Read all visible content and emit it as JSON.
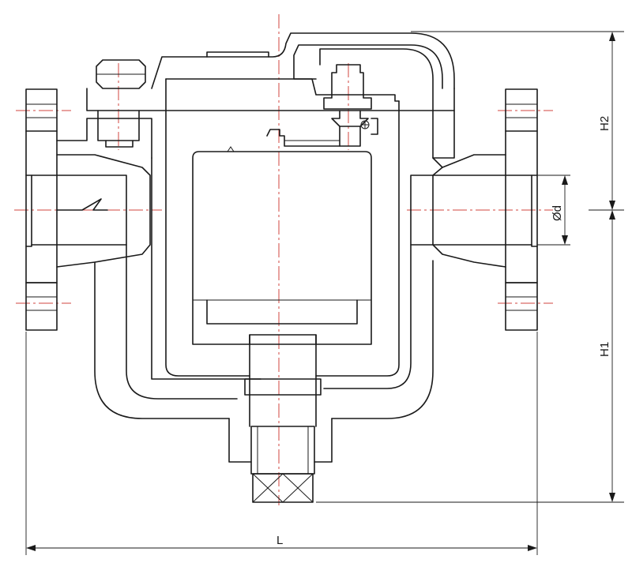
{
  "dimensions": {
    "length": "L",
    "height_lower": "H1",
    "height_upper": "H2",
    "diameter": "Ød"
  },
  "colors": {
    "outline": "#1a1a1a",
    "centerline": "#d0463f",
    "background": "#ffffff"
  },
  "icons": {
    "flow_direction": "flow-arrow-icon"
  }
}
